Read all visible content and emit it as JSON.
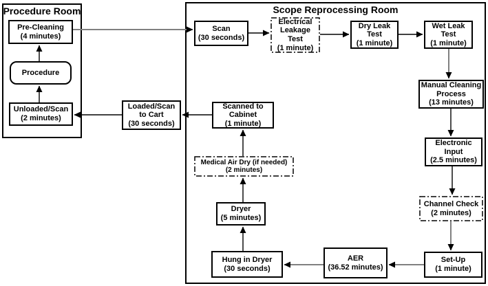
{
  "rooms": {
    "procedure": "Procedure Room",
    "reprocessing": "Scope Reprocessing Room"
  },
  "nodes": {
    "pre_cleaning": {
      "label": "Pre-Cleaning",
      "time": "(4 minutes)"
    },
    "procedure": {
      "label": "Procedure"
    },
    "unloaded_scan": {
      "label": "Unloaded/Scan",
      "time": "(2 minutes)"
    },
    "scan": {
      "label": "Scan",
      "time": "(30 seconds)"
    },
    "electrical_leakage_test": {
      "label": "Electrical\nLeakage\nTest",
      "time": "(1 minute)"
    },
    "dry_leak_test": {
      "label": "Dry Leak\nTest",
      "time": "(1 minute)"
    },
    "wet_leak_test": {
      "label": "Wet Leak\nTest",
      "time": "(1 minute)"
    },
    "manual_cleaning_process": {
      "label": "Manual Cleaning\nProcess",
      "time": "(13 minutes)"
    },
    "electronic_input": {
      "label": "Electronic\nInput",
      "time": "(2.5 minutes)"
    },
    "channel_check": {
      "label": "Channel Check",
      "time": "(2 minutes)"
    },
    "set_up": {
      "label": "Set-Up",
      "time": "(1 minute)"
    },
    "aer": {
      "label": "AER",
      "time": "(36.52 minutes)"
    },
    "hung_in_dryer": {
      "label": "Hung in Dryer",
      "time": "(30 seconds)"
    },
    "dryer": {
      "label": "Dryer",
      "time": "(5 minutes)"
    },
    "medical_air_dry": {
      "label": "Medical Air Dry (if needed)",
      "time": "(2 minutes)"
    },
    "scanned_to_cabinet": {
      "label": "Scanned to\nCabinet",
      "time": "(1 minute)"
    },
    "loaded_scan_to_cart": {
      "label": "Loaded/Scan\nto Cart",
      "time": "(30 seconds)"
    }
  },
  "edges": [
    {
      "from": "unloaded_scan",
      "to": "procedure"
    },
    {
      "from": "procedure",
      "to": "pre_cleaning"
    },
    {
      "from": "pre_cleaning",
      "to": "scan"
    },
    {
      "from": "scan",
      "to": "electrical_leakage_test"
    },
    {
      "from": "electrical_leakage_test",
      "to": "dry_leak_test"
    },
    {
      "from": "dry_leak_test",
      "to": "wet_leak_test"
    },
    {
      "from": "wet_leak_test",
      "to": "manual_cleaning_process"
    },
    {
      "from": "manual_cleaning_process",
      "to": "electronic_input"
    },
    {
      "from": "electronic_input",
      "to": "channel_check"
    },
    {
      "from": "channel_check",
      "to": "set_up"
    },
    {
      "from": "set_up",
      "to": "aer"
    },
    {
      "from": "aer",
      "to": "hung_in_dryer"
    },
    {
      "from": "hung_in_dryer",
      "to": "dryer"
    },
    {
      "from": "dryer",
      "to": "medical_air_dry"
    },
    {
      "from": "medical_air_dry",
      "to": "scanned_to_cabinet"
    },
    {
      "from": "scanned_to_cabinet",
      "to": "loaded_scan_to_cart"
    },
    {
      "from": "loaded_scan_to_cart",
      "to": "unloaded_scan"
    }
  ],
  "colors": {
    "connector_gray": "#808080",
    "connector_black": "#000000",
    "box_border": "#000000",
    "background": "#ffffff"
  }
}
